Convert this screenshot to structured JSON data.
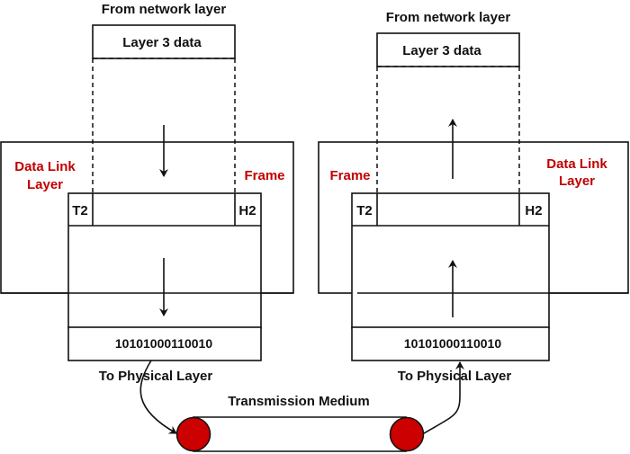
{
  "diagram": {
    "title": "Data Link Layer framing between sender and receiver",
    "colors": {
      "accent_text": "#c00000",
      "node_fill": "#cc0000",
      "line": "#111111"
    },
    "sender": {
      "from_label": "From network layer",
      "data_box": "Layer 3 data",
      "layer_label_line1": "Data Link",
      "layer_label_line2": "Layer",
      "frame_label": "Frame",
      "trailer": "T2",
      "header": "H2",
      "bits": "10101000110010",
      "to_label": "To Physical Layer",
      "flow": "down"
    },
    "receiver": {
      "from_label": "From network layer",
      "data_box": "Layer 3 data",
      "layer_label_line1": "Data Link",
      "layer_label_line2": "Layer",
      "frame_label": "Frame",
      "trailer": "T2",
      "header": "H2",
      "bits": "10101000110010",
      "to_label": "To Physical Layer",
      "flow": "up"
    },
    "medium": {
      "label": "Transmission Medium"
    }
  }
}
